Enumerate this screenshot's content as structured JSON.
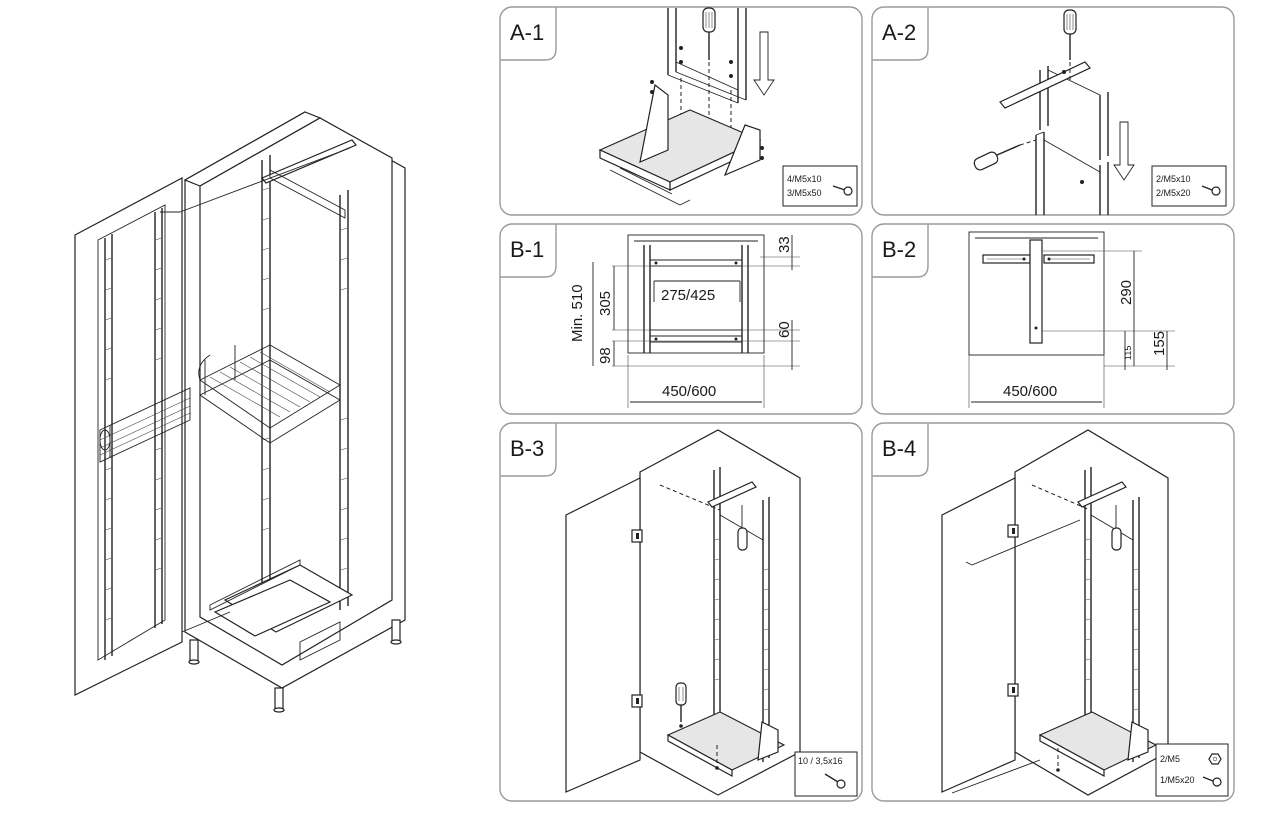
{
  "panels": {
    "a1": {
      "label": "A-1",
      "hardware": [
        "4/M5x10",
        "3/M5x50"
      ]
    },
    "a2": {
      "label": "A-2",
      "hardware": [
        "2/M5x10",
        "2/M5x20"
      ]
    },
    "b1": {
      "label": "B-1",
      "dims": {
        "top": "33",
        "spread": "275/425",
        "height": "305",
        "min": "Min. 510",
        "low": "98",
        "bottom": "60",
        "width": "450/600"
      }
    },
    "b2": {
      "label": "B-2",
      "dims": {
        "height": "290",
        "low": "155",
        "small": "115",
        "width": "450/600"
      }
    },
    "b3": {
      "label": "B-3",
      "hardware": [
        "10 / 3,5x16"
      ]
    },
    "b4": {
      "label": "B-4",
      "hardware": [
        "2/M5",
        "1/M5x20"
      ]
    }
  }
}
